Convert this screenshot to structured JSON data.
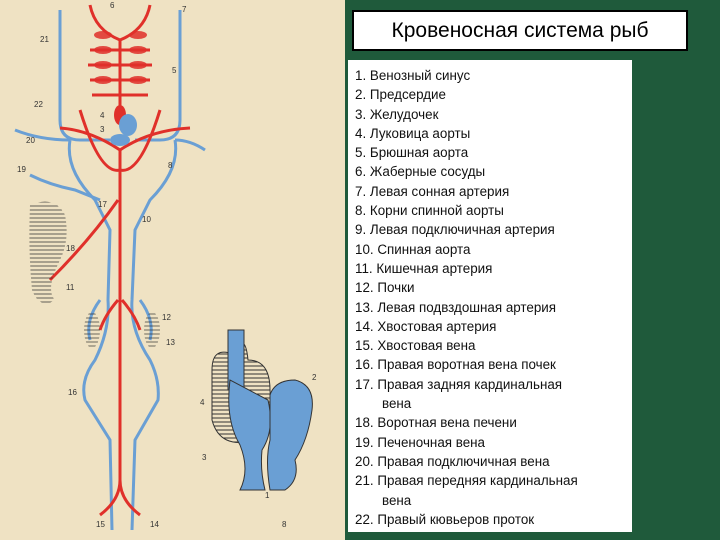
{
  "title": "Кровеносная система рыб",
  "legend": [
    {
      "num": "1.",
      "text": "Венозный синус"
    },
    {
      "num": "2.",
      "text": "Предсердие"
    },
    {
      "num": "3.",
      "text": "Желудочек"
    },
    {
      "num": "4.",
      "text": "Луковица аорты"
    },
    {
      "num": "5.",
      "text": "Брюшная аорта"
    },
    {
      "num": "6.",
      "text": "Жаберные сосуды"
    },
    {
      "num": "7.",
      "text": "Левая сонная артерия"
    },
    {
      "num": "8.",
      "text": "Корни спинной аорты"
    },
    {
      "num": "9.",
      "text": "Левая подключичная артерия"
    },
    {
      "num": "10.",
      "text": "Спинная аорта"
    },
    {
      "num": "11.",
      "text": "Кишечная артерия"
    },
    {
      "num": "12.",
      "text": "Почки"
    },
    {
      "num": "13.",
      "text": "Левая подвздошная артерия"
    },
    {
      "num": "14.",
      "text": "Хвостовая артерия"
    },
    {
      "num": "15.",
      "text": "Хвостовая вена"
    },
    {
      "num": "16.",
      "text": "Правая воротная вена почек"
    },
    {
      "num": "17.",
      "text": "Правая задняя кардинальная",
      "cont": "вена"
    },
    {
      "num": "18.",
      "text": "Воротная вена печени"
    },
    {
      "num": "19.",
      "text": "Печеночная вена"
    },
    {
      "num": "20.",
      "text": "Правая подключичная вена"
    },
    {
      "num": "21.",
      "text": "Правая передняя кардинальная",
      "cont": "вена"
    },
    {
      "num": "22.",
      "text": "Правый кювьеров проток"
    }
  ],
  "diagram_labels": [
    "1",
    "2",
    "3",
    "4",
    "5",
    "6",
    "8",
    "10",
    "11",
    "12",
    "14",
    "15",
    "16",
    "18",
    "19",
    "20",
    "21",
    "22"
  ],
  "colors": {
    "artery": "#e0302a",
    "vein": "#6a9fd4",
    "paper": "#efe2c3",
    "frame": "#1f5a3b"
  }
}
